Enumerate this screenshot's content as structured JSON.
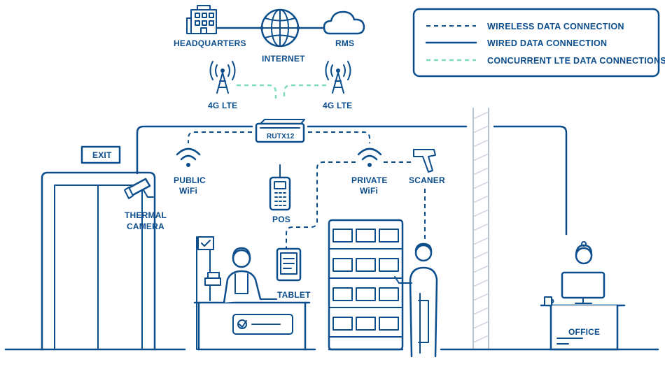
{
  "legend": {
    "wireless": "WIRELESS DATA CONNECTION",
    "wired": "WIRED DATA CONNECTION",
    "lte": "CONCURRENT LTE DATA CONNECTIONS"
  },
  "nodes": {
    "headquarters": "HEADQUARTERS",
    "internet": "INTERNET",
    "rms": "RMS",
    "lte_left": "4G LTE",
    "lte_right": "4G LTE",
    "router": "RUTX12",
    "exit": "EXIT",
    "public_wifi_1": "PUBLIC",
    "public_wifi_2": "WiFi",
    "thermal_camera_1": "THERMAL",
    "thermal_camera_2": "CAMERA",
    "pos": "POS",
    "private_wifi_1": "PRIVATE",
    "private_wifi_2": "WiFi",
    "scanner": "SCANER",
    "tablet": "TABLET",
    "office": "OFFICE"
  },
  "colors": {
    "primary": "#0c4d8c",
    "lte": "#7fdcc4"
  }
}
